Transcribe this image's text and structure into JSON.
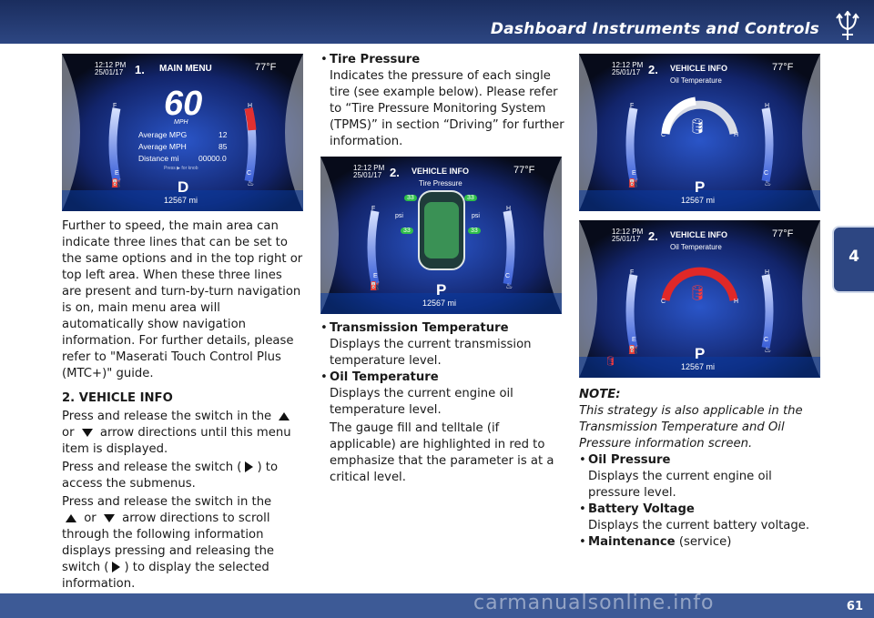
{
  "header": {
    "title": "Dashboard Instruments and Controls",
    "logo_icon": "trident-icon"
  },
  "side_tab": {
    "label": "4"
  },
  "footer": {
    "page_number": "61",
    "watermark": "carmanualsonline.info"
  },
  "dash1": {
    "time": "12:12 PM",
    "date": "25/01/17",
    "menu_number": "1.",
    "title": "MAIN MENU",
    "temp": "77°F",
    "speed": "60",
    "speed_unit": "MPH",
    "rows": [
      {
        "label": "Average MPG",
        "value": "12"
      },
      {
        "label": "Average MPH",
        "value": "85"
      },
      {
        "label": "Distance mi",
        "value": "00000.0"
      }
    ],
    "hint": "Press ▶ for knob",
    "gear": "D",
    "odometer": "12567 mi"
  },
  "dash2": {
    "time": "12:12 PM",
    "date": "25/01/17",
    "menu_number": "2.",
    "title": "VEHICLE INFO",
    "temp": "77°F",
    "subtitle": "Tire Pressure",
    "tire_values": [
      "33",
      "33",
      "33",
      "33"
    ],
    "unit_left": "psi",
    "unit_right": "psi",
    "gear": "P",
    "odometer": "12567 mi"
  },
  "dash3": {
    "time": "12:12 PM",
    "date": "25/01/17",
    "menu_number": "2.",
    "title": "VEHICLE INFO",
    "temp": "77°F",
    "subtitle": "Oil Temperature",
    "gauge_c": "C",
    "gauge_h": "H",
    "gear": "P",
    "odometer": "12567 mi"
  },
  "dash4": {
    "time": "12:12 PM",
    "date": "25/01/17",
    "menu_number": "2.",
    "title": "VEHICLE INFO",
    "temp": "77°F",
    "subtitle": "Oil Temperature",
    "gauge_c": "C",
    "gauge_h": "H",
    "gear": "P",
    "odometer": "12567 mi"
  },
  "gauge_letters": {
    "f": "F",
    "e": "E",
    "h": "H",
    "c": "C"
  },
  "col1": {
    "p1": "Further to speed, the main area can indicate three lines that can be set to the same options and in the top right or top left area. When these three lines are present and turn-by-turn navigation is on, main menu area will automatically show navigation information. For further details, please refer to \"Maserati Touch Control Plus (MTC+)\" guide.",
    "heading": "2. VEHICLE INFO",
    "p2a": "Press and release the switch in the",
    "p2b": "or",
    "p2c": "arrow directions until this menu item is displayed.",
    "p3a": "Press and release the switch (",
    "p3b": ") to access the submenus.",
    "p4a": "Press and release the switch in the",
    "p4b": "or",
    "p4c": "arrow directions to scroll through the following information displays pressing and releasing the switch (",
    "p4d": ") to display the selected information."
  },
  "col2": {
    "b1_title": "Tire Pressure",
    "b1_text": "Indicates the pressure of each single tire (see example below). Please refer to “Tire Pressure Monitoring System (TPMS)” in section “Driving” for further information.",
    "b2_title": "Transmission Temperature",
    "b2_text": "Displays the current transmission temperature level.",
    "b3_title": "Oil Temperature",
    "b3_text": "Displays the current engine oil temperature level.",
    "b3_text2": "The gauge fill and telltale (if applicable) are highlighted in red to emphasize that the parameter is at a critical level."
  },
  "col3": {
    "note_heading": "NOTE:",
    "note_text": "This strategy is also applicable in the Transmission Temperature and Oil Pressure information screen.",
    "b1_title": "Oil Pressure",
    "b1_text": "Displays the current engine oil pressure level.",
    "b2_title": "Battery Voltage",
    "b2_text": "Displays the current battery voltage.",
    "b3_title": "Maintenance",
    "b3_text": "(service)"
  }
}
